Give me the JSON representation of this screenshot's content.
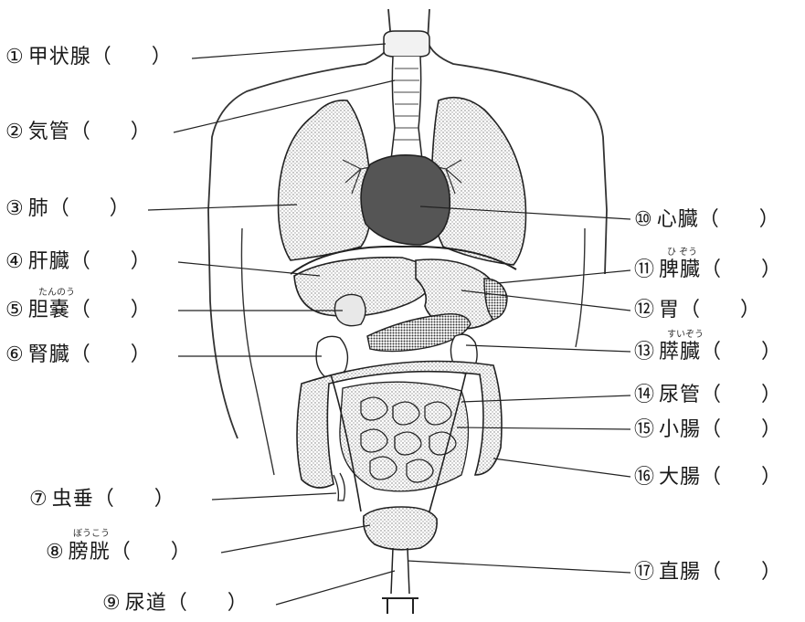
{
  "labels": [
    {
      "id": "l1",
      "num": "①",
      "name": "甲状腺",
      "paren": "（　　）"
    },
    {
      "id": "l2",
      "num": "②",
      "name": "気管",
      "paren": "（　　）"
    },
    {
      "id": "l3",
      "num": "③",
      "name": "肺",
      "paren": "（　　）"
    },
    {
      "id": "l4",
      "num": "④",
      "name": "肝臓",
      "paren": "（　　）"
    },
    {
      "id": "l5",
      "num": "⑤",
      "name": "胆嚢",
      "paren": "（　　）",
      "ruby": "たんのう"
    },
    {
      "id": "l6",
      "num": "⑥",
      "name": "腎臓",
      "paren": "（　　）"
    },
    {
      "id": "l7",
      "num": "⑦",
      "name": "虫垂",
      "paren": "（　　）"
    },
    {
      "id": "l8",
      "num": "⑧",
      "name": "膀胱",
      "paren": "（　　）",
      "ruby": "ぼうこう"
    },
    {
      "id": "l9",
      "num": "⑨",
      "name": "尿道",
      "paren": "（　　）"
    },
    {
      "id": "l10",
      "num": "⑩",
      "name": "心臓",
      "paren": "（　　）"
    },
    {
      "id": "l11",
      "num": "⑪",
      "name": "脾臓",
      "paren": "（　　）",
      "ruby": "ひ ぞう"
    },
    {
      "id": "l12",
      "num": "⑫",
      "name": "胃",
      "paren": "（　　）"
    },
    {
      "id": "l13",
      "num": "⑬",
      "name": "膵臓",
      "paren": "（　　）",
      "ruby": "すいぞう"
    },
    {
      "id": "l14",
      "num": "⑭",
      "name": "尿管",
      "paren": "（　　）"
    },
    {
      "id": "l15",
      "num": "⑮",
      "name": "小腸",
      "paren": "（　　）"
    },
    {
      "id": "l16",
      "num": "⑯",
      "name": "大腸",
      "paren": "（　　）"
    },
    {
      "id": "l17",
      "num": "⑰",
      "name": "直腸",
      "paren": "（　　）"
    }
  ],
  "colors": {
    "outline": "#222222",
    "lung": "#e4e4e4",
    "heart": "#555555",
    "liver": "#dcdcdc",
    "stomach": "#cfcfcf",
    "intestine": "#d6d6d6",
    "pancreas": "#8a8a8a"
  }
}
